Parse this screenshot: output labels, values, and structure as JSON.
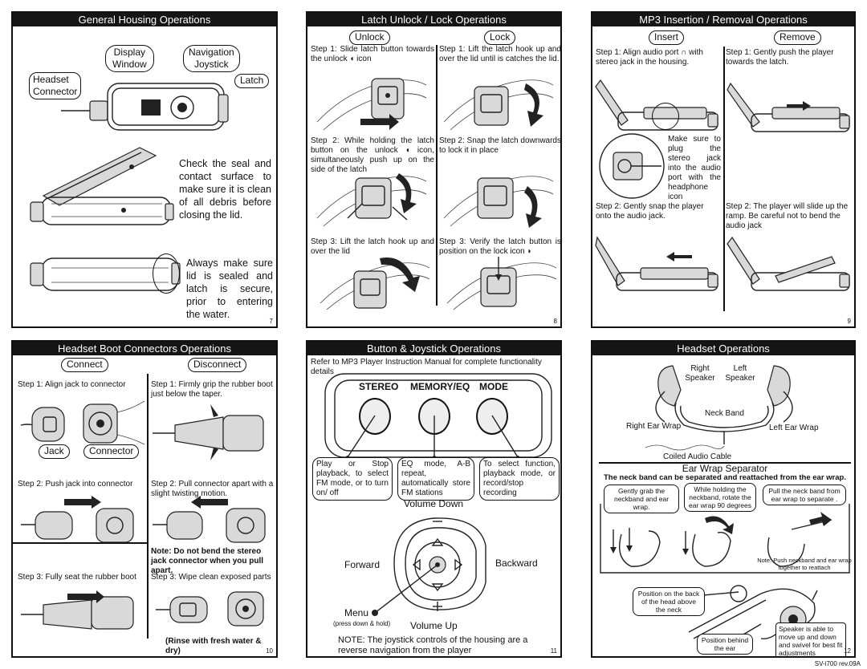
{
  "footer": "SV-i700 rev.09A",
  "panel1": {
    "title": "General Housing Operations",
    "page": "7",
    "labels": {
      "display_window_line1": "Display",
      "display_window_line2": "Window",
      "joystick_line1": "Navigation",
      "joystick_line2": "Joystick",
      "headset_line1": "Headset",
      "headset_line2": "Connector",
      "latch": "Latch"
    },
    "seal_note": "Check the seal and contact surface to make sure it is clean of all debris before closing the lid.",
    "lid_note": "Always make sure lid is sealed and latch is secure, prior to entering the water."
  },
  "panel2": {
    "title": "Latch Unlock / Lock Operations",
    "page": "8",
    "unlock": "Unlock",
    "lock": "Lock",
    "unlock_step1": "Step 1: Slide latch button towards the unlock ◖ icon",
    "unlock_step2": "Step 2: While holding the latch button on the unlock ◖ icon, simultaneously push up on the side of the latch",
    "unlock_step3": "Step 3: Lift the latch hook up and over the lid",
    "lock_step1": "Step 1: Lift the latch hook up and over the lid until is catches the lid.",
    "lock_step2": "Step 2: Snap the latch downwards to lock it in place",
    "lock_step3": "Step 3: Verify the latch button is position on the lock icon ◗"
  },
  "panel3": {
    "title": "MP3 Insertion / Removal Operations",
    "page": "9",
    "insert": "Insert",
    "remove": "Remove",
    "insert_step1": "Step 1: Align audio port ∩ with stereo jack in the housing.",
    "insert_note": "Make sure to plug the stereo jack into the audio port with the headphone icon",
    "insert_step2": "Step 2: Gently snap the player onto the audio jack.",
    "remove_step1": "Step 1: Gently push the player towards the latch.",
    "remove_step2": "Step 2: The player will slide up the ramp. Be careful not to bend the audio jack"
  },
  "panel4": {
    "title": "Headset Boot Connectors Operations",
    "page": "10",
    "connect": "Connect",
    "disconnect": "Disconnect",
    "c_step1": "Step 1: Align jack to connector",
    "jack": "Jack",
    "connector": "Connector",
    "c_step2": "Step 2: Push jack into connector",
    "c_step3": "Step 3: Fully seat the rubber boot",
    "d_step1": "Step 1: Firmly grip the rubber boot just below the taper.",
    "d_step2": "Step 2: Pull connector apart with a slight twisting motion.",
    "d_note": "Note: Do not bend the stereo jack connector when you pull apart.",
    "d_step3": "Step 3: Wipe clean exposed parts",
    "rinse": "(Rinse with fresh water & dry)"
  },
  "panel5": {
    "title": "Button & Joystick Operations",
    "page": "11",
    "refer": "Refer to MP3 Player Instruction Manual for complete functionality details",
    "btn_stereo": "STEREO",
    "btn_memory": "MEMORY/EQ",
    "btn_mode": "MODE",
    "stereo_desc": "Play or Stop playback, to select FM mode, or to turn on/ off",
    "memory_desc": "EQ mode, A-B repeat, automatically store FM stations",
    "mode_desc": "To select function, playback mode, or record/stop recording",
    "volume_down": "Volume Down",
    "forward": "Forward",
    "backward": "Backward",
    "menu": "Menu",
    "menu_sub": "(press down & hold)",
    "volume_up": "Volume Up",
    "note": "NOTE: The joystick controls of the housing are a reverse navigation from the player"
  },
  "panel6": {
    "title": "Headset Operations",
    "page": "12",
    "right_speaker_line1": "Right",
    "right_speaker_line2": "Speaker",
    "left_speaker_line1": "Left",
    "left_speaker_line2": "Speaker",
    "neck_band": "Neck Band",
    "right_ear_wrap": "Right Ear Wrap",
    "left_ear_wrap": "Left Ear Wrap",
    "coiled_cable": "Coiled Audio Cable",
    "ear_wrap_sep": "Ear Wrap Separator",
    "sep_sub": "The neck band can be separated and reattached from the ear wrap.",
    "sep_step1": "Gently grab the neckband and ear wrap.",
    "sep_step2": "While holding the neckband, rotate the ear wrap 90 degrees",
    "sep_step3": "Pull the neck band from ear wrap to separate .",
    "sep_note": "Note: Push neckband and ear wrap together to reattach",
    "pos_back": "Position on the back of the head above the neck",
    "pos_ear": "Position behind the ear",
    "speaker_note": "Speaker is able to move up and down and swivel for best fit adjustments"
  }
}
